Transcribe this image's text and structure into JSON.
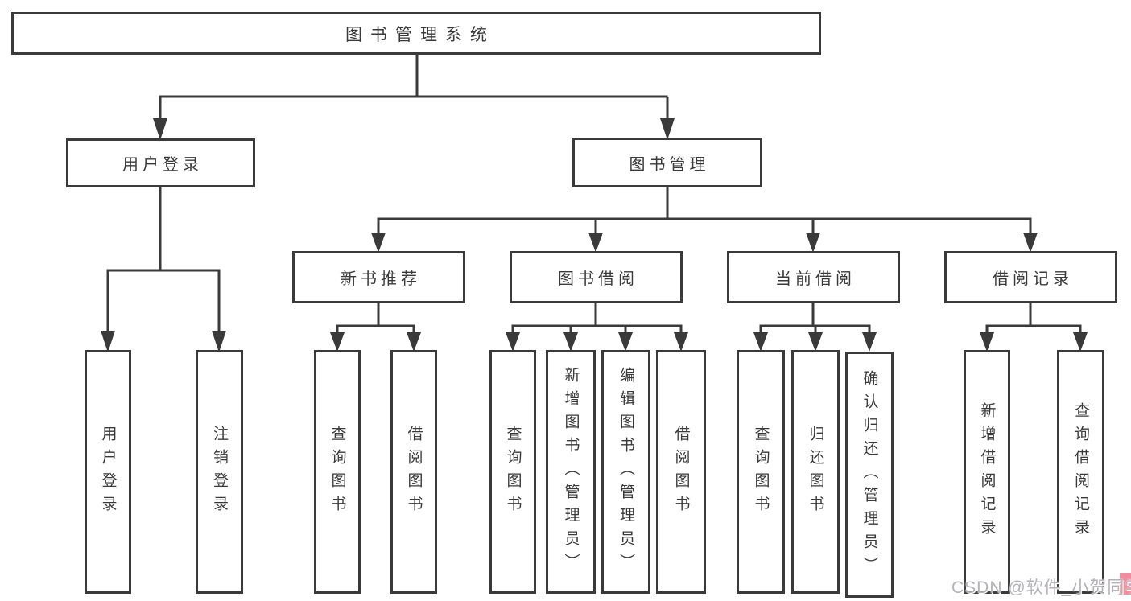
{
  "diagram": {
    "root": {
      "label": "图书管理系统"
    },
    "level2": {
      "user_login": {
        "label": "用户登录"
      },
      "book_mgmt": {
        "label": "图书管理"
      }
    },
    "level3": {
      "new_book": {
        "label": "新书推荐"
      },
      "borrow": {
        "label": "图书借阅"
      },
      "current": {
        "label": "当前借阅"
      },
      "record": {
        "label": "借阅记录"
      }
    },
    "leaves": {
      "user_login": {
        "label": "用户登录"
      },
      "logout": {
        "label": "注销登录"
      },
      "nb_query": {
        "label": "查询图书"
      },
      "nb_borrow": {
        "label": "借阅图书"
      },
      "bb_query": {
        "label": "查询图书"
      },
      "bb_add": {
        "label": "新增图书（管理员）"
      },
      "bb_edit": {
        "label": "编辑图书（管理员）"
      },
      "bb_borrow": {
        "label": "借阅图书"
      },
      "cb_query": {
        "label": "查询图书"
      },
      "cb_return": {
        "label": "归还图书"
      },
      "cb_confirm": {
        "label": "确认归还（管理员）"
      },
      "br_add": {
        "label": "新增借阅记录"
      },
      "br_query": {
        "label": "查询借阅记录"
      }
    }
  },
  "watermark": {
    "text": "CSDN @软件_小贺同学"
  },
  "colors": {
    "line": "#3a3a3a",
    "text": "#3a3a3a",
    "background": "#ffffff",
    "watermark_text": "#b4b2b6",
    "watermark_accent": "#f18c9e"
  }
}
